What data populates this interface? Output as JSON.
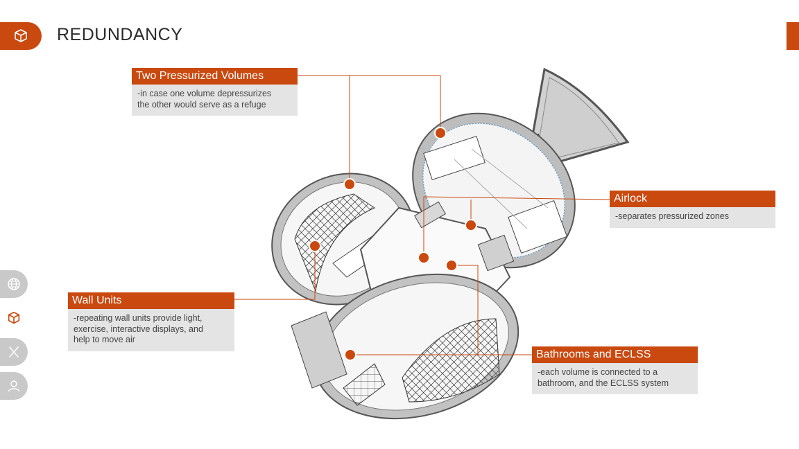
{
  "header": {
    "title": "REDUNDANCY",
    "icon": "cube-icon"
  },
  "colors": {
    "accent": "#c9490f",
    "panel": "#e4e4e4",
    "nav": "#c9c9c9"
  },
  "nav": [
    {
      "name": "globe-icon",
      "active": false
    },
    {
      "name": "cube-icon",
      "active": true
    },
    {
      "name": "tools-icon",
      "active": false
    },
    {
      "name": "person-icon",
      "active": false
    }
  ],
  "callouts": {
    "volumes": {
      "title": "Two Pressurized Volumes",
      "text": "-in case one volume depressurizes\nthe other would serve as a refuge"
    },
    "airlock": {
      "title": "Airlock",
      "text": "-separates pressurized zones"
    },
    "wall_units": {
      "title": "Wall Units",
      "text": "-repeating wall units provide light,\nexercise, interactive displays, and\nhelp to move air"
    },
    "bathrooms": {
      "title": "Bathrooms and ECLSS",
      "text": "-each volume is connected to a\nbathroom, and the ECLSS system"
    }
  }
}
